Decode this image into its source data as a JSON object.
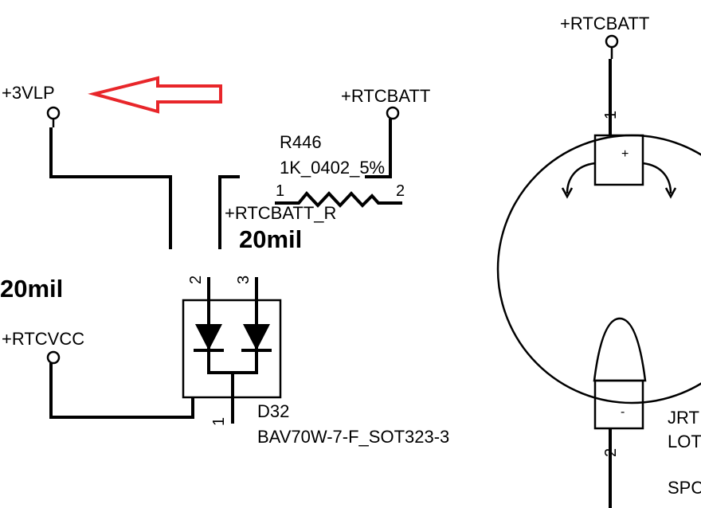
{
  "nets": {
    "vlp": "+3VLP",
    "rtcbatt_top": "+RTCBATT",
    "rtcbatt_mid": "+RTCBATT",
    "rtcbatt_r": "+RTCBATT_R",
    "rtcvcc": "+RTCVCC"
  },
  "trace_notes": {
    "left": "20mil",
    "right": "20mil"
  },
  "resistor": {
    "refdes": "R446",
    "value": "1K_0402_5%",
    "pin1": "1",
    "pin2": "2"
  },
  "diode": {
    "refdes": "D32",
    "part": "BAV70W-7-F_SOT323-3",
    "pin1": "1",
    "pin2": "2",
    "pin3": "3"
  },
  "battery": {
    "refdes_partial": "JRT",
    "part_partial": "LOT",
    "extra_partial": "SPC",
    "pin1": "1",
    "pin2": "2",
    "plus": "+",
    "minus": "-"
  },
  "annotation": {
    "arrow_color": "#e8262a"
  }
}
